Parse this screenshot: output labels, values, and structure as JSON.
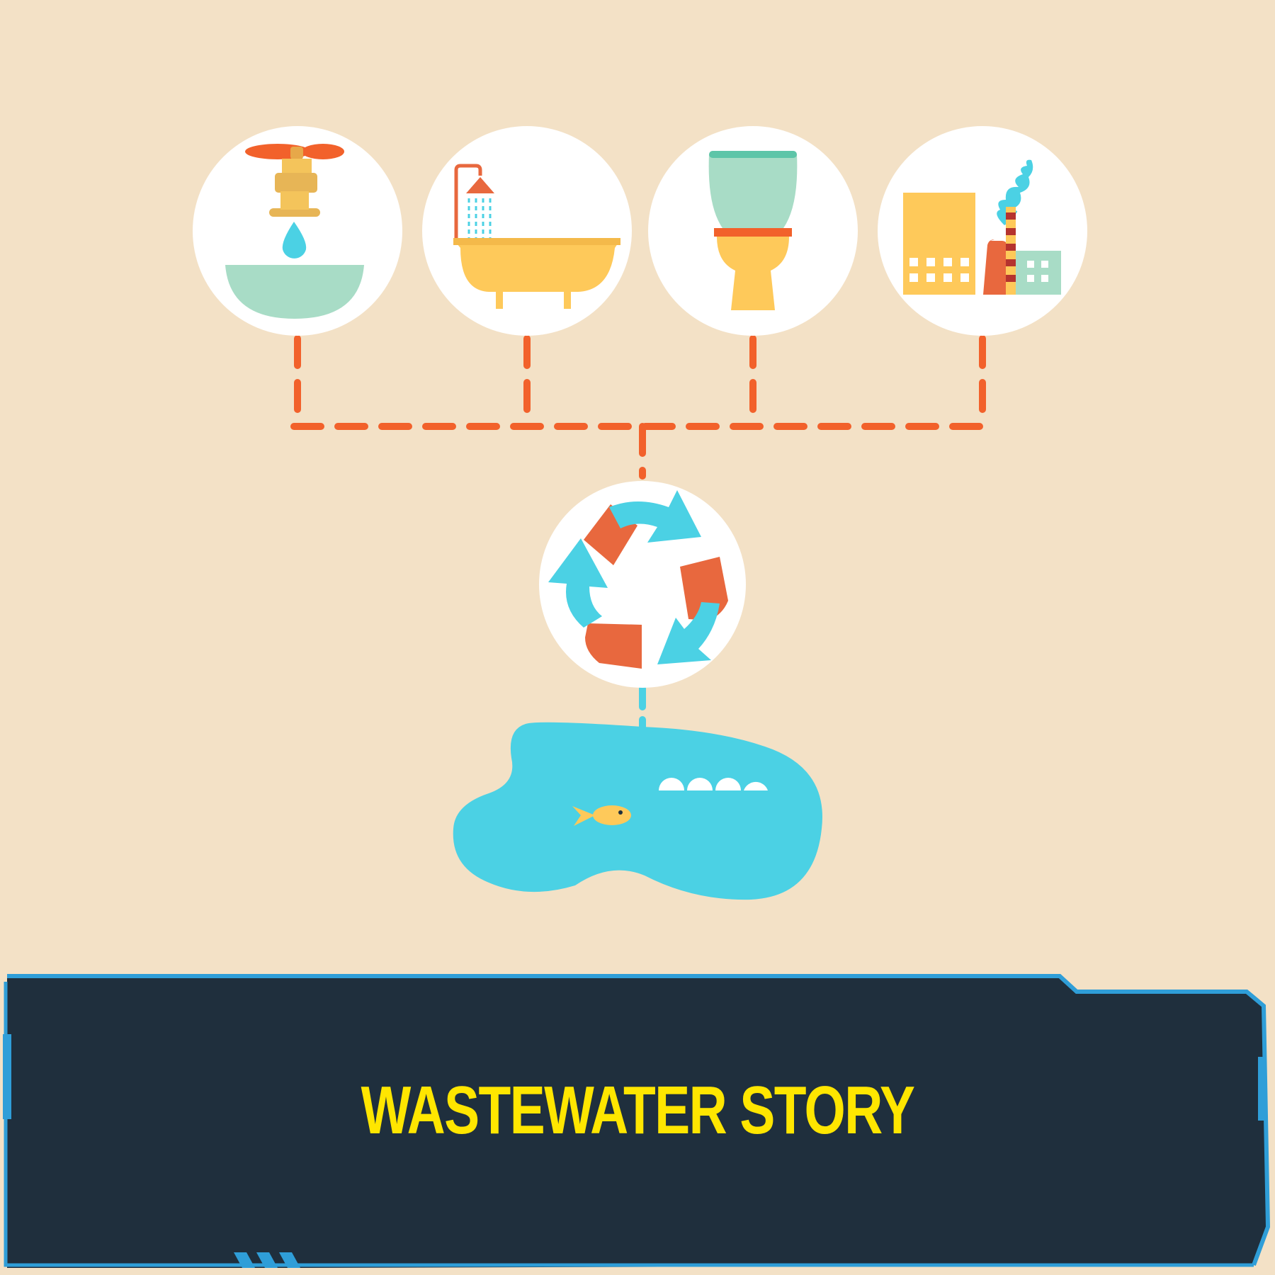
{
  "title": "WASTEWATER STORY",
  "sources": [
    {
      "id": "sink",
      "icon": "faucet-sink-icon"
    },
    {
      "id": "bath",
      "icon": "shower-bathtub-icon"
    },
    {
      "id": "toilet",
      "icon": "toilet-icon"
    },
    {
      "id": "factory",
      "icon": "factory-icon"
    }
  ],
  "process": {
    "icon": "recycle-icon"
  },
  "destination": {
    "icon": "lake-with-fish-icon"
  },
  "colors": {
    "background": "#f3e1c6",
    "pipe": "#f2612b",
    "water": "#4bd1e4",
    "recycle_orange": "#e8683e",
    "banner": "#1f2f3d",
    "banner_edge": "#2f9ed8",
    "title": "#ffe600"
  }
}
